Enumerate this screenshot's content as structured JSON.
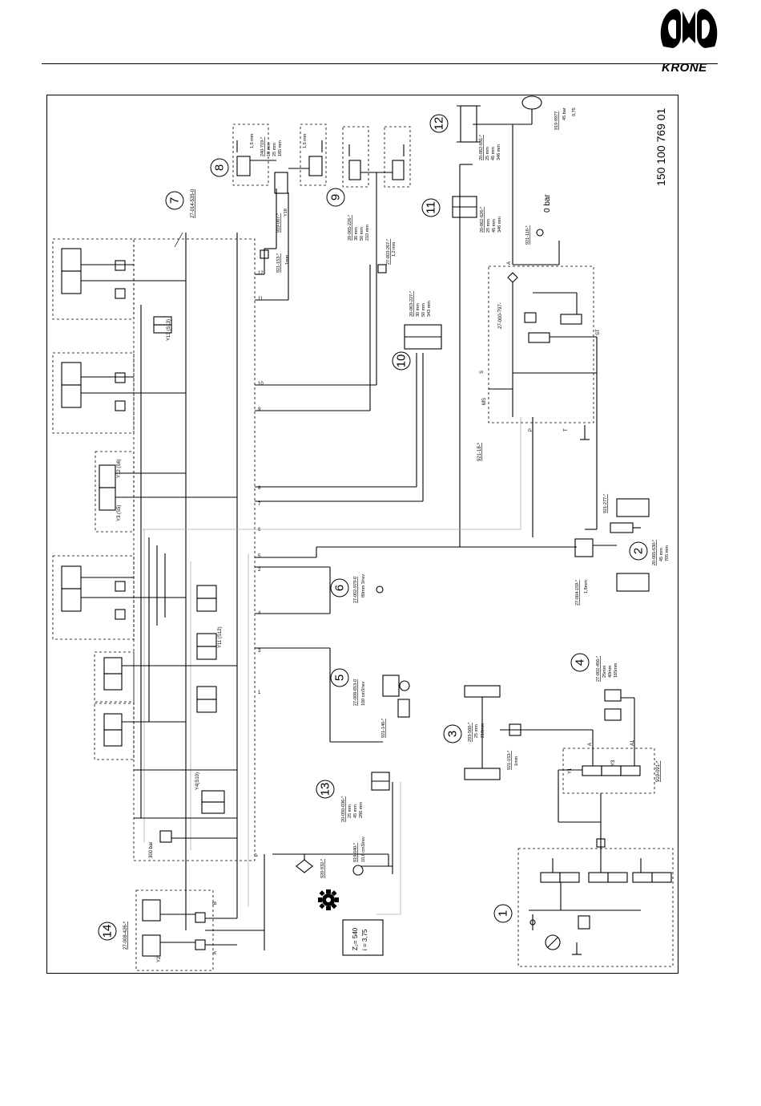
{
  "header": {
    "brand": "KRONE"
  },
  "diagram": {
    "drawing_number": "150 100 769 01",
    "components": [
      {
        "num": "1"
      },
      {
        "num": "2",
        "part": "20-065-630-*",
        "specs": [
          "45 mm",
          "705 mm"
        ]
      },
      {
        "num": "3",
        "part": "293-560-*",
        "specs": [
          "25 mm",
          "210mm"
        ]
      },
      {
        "num": "4",
        "part": "27-002-456-*",
        "specs": [
          "25mm",
          "40mm",
          "165mm"
        ]
      },
      {
        "num": "5",
        "part": "27-008-653-0",
        "specs": [
          "100 cm3/rev"
        ]
      },
      {
        "num": "6",
        "part": "27-002-979-0",
        "specs": [
          "80mm 3/rev"
        ]
      },
      {
        "num": "7",
        "part": "27-014-535-0"
      },
      {
        "num": "8",
        "part": "240-719-*",
        "specs": [
          "18 mm",
          "25 mm",
          "185 mm"
        ]
      },
      {
        "num": "9",
        "part": "20-065-226-*",
        "specs": [
          "30 mm",
          "50 mm",
          "210 mm"
        ]
      },
      {
        "num": "10",
        "part": "20-063-227-*",
        "specs": [
          "30 mm",
          "50 mm",
          "343 mm"
        ]
      },
      {
        "num": "11",
        "part": "20-062-626-*",
        "specs": [
          "25 mm",
          "45 mm",
          "346 mm"
        ]
      },
      {
        "num": "12",
        "part": "20-062-631-*",
        "specs": [
          "25 mm",
          "45 mm",
          "346 mm"
        ]
      },
      {
        "num": "13",
        "part": "20-050-036-*",
        "specs": [
          "25 mm",
          "45 mm",
          "286 mm"
        ]
      },
      {
        "num": "14",
        "part": "27-008-426-*"
      }
    ],
    "labels": {
      "l_919067": "919-067-*",
      "l_y18": "Y18",
      "l_921153_top": "921-153-*",
      "l_1mm_top": "1mm",
      "l_15mm_a": "1,5 mm",
      "l_15mm_b": "1,5 mm",
      "l_27003267": "27-003-267-*",
      "l_12mm": "1,2 mm",
      "l_27000797": "27-000-797-",
      "l_921116": "921-116-*",
      "l_0bar": "0 bar",
      "l_919997": "919-9977",
      "l_45bar": "45 bar",
      "l_075": "0,75",
      "l_92118": "921-18-*",
      "l_921277": "921-277-*",
      "l_27004159": "27-004-159-*",
      "l_18mm": "1,8mm",
      "l_921146": "921-146-*",
      "l_921153_mid": "921-153-*",
      "l_1mm_mid": "1mm",
      "l_919091": "919-091-*",
      "l_920932": "920-932-*",
      "l_919040": "919-040-*",
      "l_pump": "10,6 cm3/rev",
      "l_gear1": "Z₂= 540",
      "l_gear2": "i = 3,75",
      "l_300bar": "300 bar",
      "l_y13": "Y13 (S13)",
      "l_y11": "Y11 (S12)",
      "l_y4": "Y4(S10)",
      "l_y12": "Y12 (S6)",
      "l_y3": "Y3 (S5)",
      "l_y1": "Y1",
      "l_y3b": "Y3",
      "l_y2": "Y2",
      "l_ms": "MS",
      "l_s": "S",
      "l_st": "ST",
      "l_p": "P",
      "l_t": "T",
      "l_a": "A",
      "l_a1": "A1",
      "l_b": "B",
      "l_a14": "A",
      "l_p14": "P",
      "port_1": "1",
      "port_2": "2",
      "port_3": "3",
      "port_4": "4",
      "port_5": "5",
      "port_6": "6",
      "port_7": "7",
      "port_8": "8",
      "port_9": "9",
      "port_10": "10",
      "port_11": "11",
      "port_12": "12"
    }
  }
}
